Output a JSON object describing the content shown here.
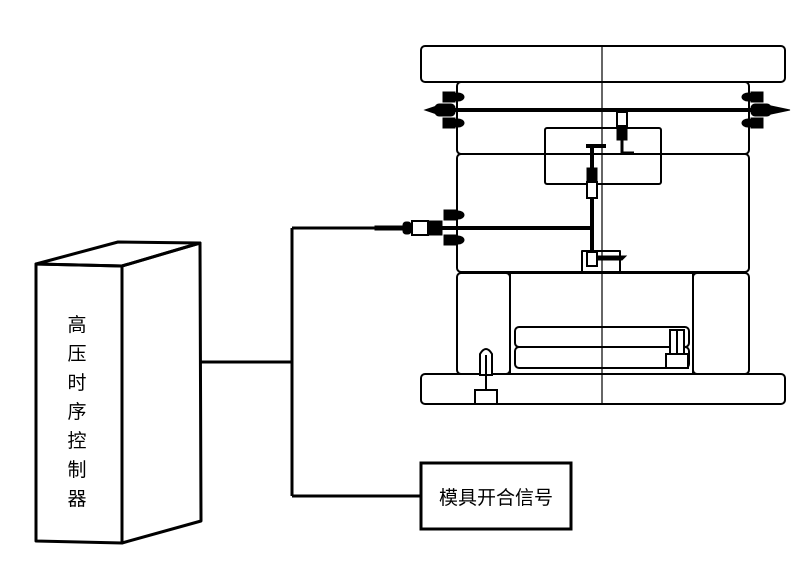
{
  "controller": {
    "label_chars": [
      "高",
      "压",
      "时",
      "序",
      "控",
      "制",
      "器"
    ],
    "label": "高压时序控制器"
  },
  "signal_box": {
    "label": "模具开合信号"
  },
  "mold": {
    "name": "injection-mold-assembly"
  },
  "colors": {
    "line": "#000000",
    "background": "#ffffff"
  }
}
